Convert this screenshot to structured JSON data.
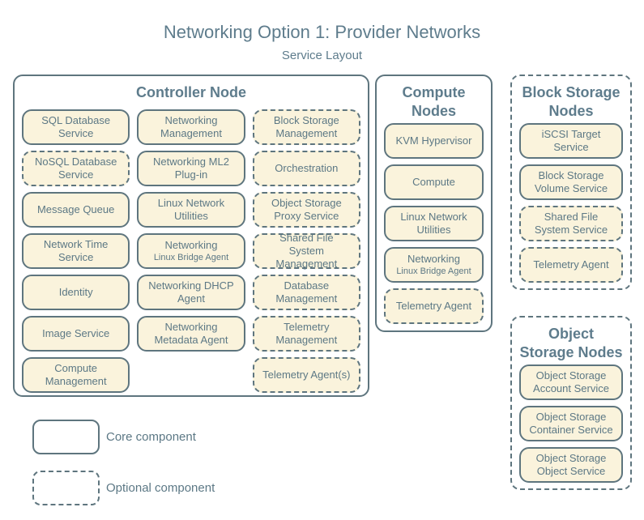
{
  "title": "Networking Option 1: Provider Networks",
  "subtitle": "Service Layout",
  "colors": {
    "fill": "#faf3dc",
    "stroke": "#5e757e",
    "heading": "#5e7c8c",
    "text": "#5c7885",
    "bg": "#ffffff"
  },
  "controller": {
    "title": "Controller Node",
    "items": [
      {
        "label": "SQL Database Service",
        "type": "core"
      },
      {
        "label": "Networking Management",
        "type": "core"
      },
      {
        "label": "Block Storage Management",
        "type": "optional"
      },
      {
        "label": "NoSQL Database Service",
        "type": "optional"
      },
      {
        "label": "Networking ML2 Plug-in",
        "type": "core"
      },
      {
        "label": "Orchestration",
        "type": "optional"
      },
      {
        "label": "Message Queue",
        "type": "core"
      },
      {
        "label": "Linux Network Utilities",
        "type": "core"
      },
      {
        "label": "Object Storage Proxy Service",
        "type": "optional"
      },
      {
        "label": "Network Time Service",
        "type": "core"
      },
      {
        "label": "Networking",
        "sublabel": "Linux Bridge Agent",
        "type": "core"
      },
      {
        "label": "Shared File System Management",
        "type": "optional"
      },
      {
        "label": "Identity",
        "type": "core"
      },
      {
        "label": "Networking DHCP Agent",
        "type": "core"
      },
      {
        "label": "Database Management",
        "type": "optional"
      },
      {
        "label": "Image Service",
        "type": "core"
      },
      {
        "label": "Networking Metadata Agent",
        "type": "core"
      },
      {
        "label": "Telemetry Management",
        "type": "optional"
      },
      {
        "label": "Compute Management",
        "type": "core"
      },
      {
        "label": "Telemetry Agent(s)",
        "type": "optional"
      }
    ]
  },
  "compute": {
    "title": "Compute\nNodes",
    "items": [
      {
        "label": "KVM Hypervisor",
        "type": "core"
      },
      {
        "label": "Compute",
        "type": "core"
      },
      {
        "label": "Linux Network Utilities",
        "type": "core"
      },
      {
        "label": "Networking",
        "sublabel": "Linux Bridge Agent",
        "type": "core"
      },
      {
        "label": "Telemetry Agent",
        "type": "optional"
      }
    ]
  },
  "block_storage": {
    "title": "Block Storage\nNodes",
    "items": [
      {
        "label": "iSCSI Target Service",
        "type": "core"
      },
      {
        "label": "Block Storage Volume Service",
        "type": "core"
      },
      {
        "label": "Shared File System Service",
        "type": "optional"
      },
      {
        "label": "Telemetry Agent",
        "type": "optional"
      }
    ]
  },
  "object_storage": {
    "title": "Object\nStorage Nodes",
    "items": [
      {
        "label": "Object Storage Account Service",
        "type": "core"
      },
      {
        "label": "Object Storage Container Service",
        "type": "core"
      },
      {
        "label": "Object Storage Object Service",
        "type": "core"
      }
    ]
  },
  "legend": {
    "core_label": "Core component",
    "optional_label": "Optional component"
  }
}
